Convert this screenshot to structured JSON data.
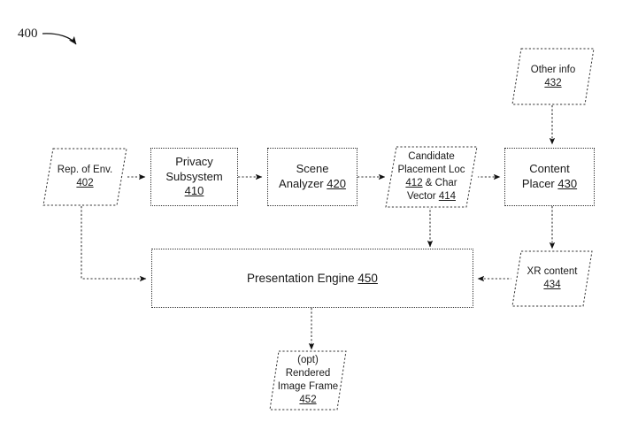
{
  "figure": {
    "label": "400",
    "label_pointer": "curved-arrow"
  },
  "nodes": {
    "rep_of_env": {
      "name": "rep-of-env",
      "shape": "parallelogram",
      "line1": "Rep. of Env.",
      "ref": "402"
    },
    "privacy_subsystem": {
      "name": "privacy-subsystem",
      "shape": "rectangle",
      "line1": "Privacy",
      "line2": "Subsystem",
      "ref": "410"
    },
    "scene_analyzer": {
      "name": "scene-analyzer",
      "shape": "rectangle",
      "line1": "Scene",
      "line2": "Analyzer",
      "ref": "420"
    },
    "candidate_placement": {
      "name": "candidate-placement-loc",
      "shape": "parallelogram",
      "line1": "Candidate",
      "line2": "Placement Loc",
      "ref1": "412",
      "mid": "& Char",
      "line3": "Vector",
      "ref2": "414"
    },
    "content_placer": {
      "name": "content-placer",
      "shape": "rectangle",
      "line1": "Content",
      "line2": "Placer",
      "ref": "430"
    },
    "other_info": {
      "name": "other-info",
      "shape": "parallelogram",
      "line1": "Other info",
      "ref": "432"
    },
    "xr_content": {
      "name": "xr-content",
      "shape": "parallelogram",
      "line1": "XR content",
      "ref": "434"
    },
    "presentation_engine": {
      "name": "presentation-engine",
      "shape": "rectangle",
      "line1": "Presentation Engine",
      "ref": "450"
    },
    "rendered_image_frame": {
      "name": "rendered-image-frame",
      "shape": "parallelogram",
      "line1": "(opt)",
      "line2": "Rendered",
      "line3": "Image Frame",
      "ref": "452"
    }
  },
  "connectors": [
    {
      "name": "rep-to-privacy",
      "from": "rep_of_env",
      "to": "privacy_subsystem",
      "style": "dotted-arrow"
    },
    {
      "name": "privacy-to-scene",
      "from": "privacy_subsystem",
      "to": "scene_analyzer",
      "style": "dotted-arrow"
    },
    {
      "name": "scene-to-candidate",
      "from": "scene_analyzer",
      "to": "candidate_placement",
      "style": "dotted-arrow"
    },
    {
      "name": "candidate-to-content-placer",
      "from": "candidate_placement",
      "to": "content_placer",
      "style": "dotted-arrow"
    },
    {
      "name": "other-info-to-content-placer",
      "from": "other_info",
      "to": "content_placer",
      "style": "dotted-arrow"
    },
    {
      "name": "content-placer-to-xr-content",
      "from": "content_placer",
      "to": "xr_content",
      "style": "dotted-arrow"
    },
    {
      "name": "candidate-to-presentation-engine",
      "from": "candidate_placement",
      "to": "presentation_engine",
      "style": "dotted-arrow"
    },
    {
      "name": "xr-content-to-presentation-engine",
      "from": "xr_content",
      "to": "presentation_engine",
      "style": "dotted-arrow"
    },
    {
      "name": "rep-to-presentation-engine",
      "from": "rep_of_env",
      "to": "presentation_engine",
      "style": "dotted-arrow"
    },
    {
      "name": "presentation-engine-to-rendered-frame",
      "from": "presentation_engine",
      "to": "rendered_image_frame",
      "style": "dotted-arrow"
    }
  ],
  "colors": {
    "stroke": "#333333",
    "text": "#1a1a1a",
    "background": "#ffffff"
  }
}
